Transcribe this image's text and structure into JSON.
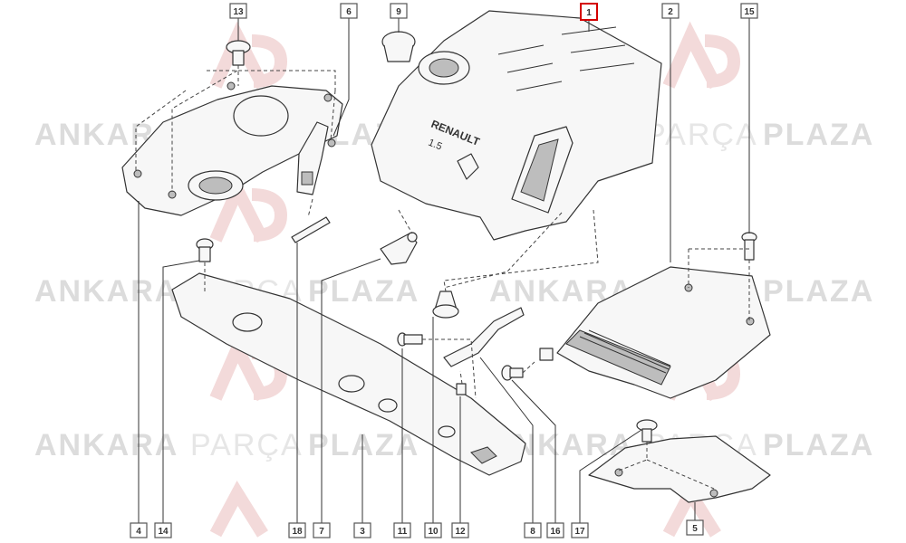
{
  "watermark": {
    "word1": "ANKARA",
    "word2": "PARÇA",
    "word3": "PLAZA",
    "color_bold": "#dcdcdc",
    "color_light": "#e6e6e6",
    "logo_color": "#f3dada"
  },
  "engine_cover_label": {
    "brand": "RENAULT",
    "engine": "1.5"
  },
  "callouts": {
    "c1": "1",
    "c2": "2",
    "c3": "3",
    "c4": "4",
    "c5": "5",
    "c6": "6",
    "c7": "7",
    "c8": "8",
    "c9": "9",
    "c10": "10",
    "c11": "11",
    "c12": "12",
    "c13": "13",
    "c14": "14",
    "c15": "15",
    "c16": "16",
    "c17": "17",
    "c18": "18"
  },
  "colors": {
    "callout_box": "#555555",
    "callout_highlight": "#d40000",
    "line": "#333333"
  }
}
